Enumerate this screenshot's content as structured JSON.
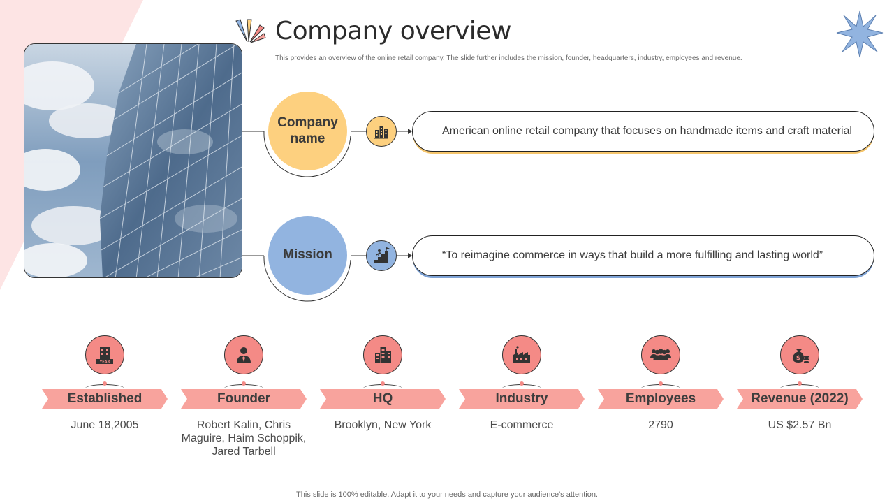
{
  "title": "Company overview",
  "subtitle": "This provides an overview of the online retail company. The slide further includes the mission, founder, headquarters, industry, employees and revenue.",
  "colors": {
    "yellow": "#fdd07f",
    "blue": "#92b4e0",
    "coral": "#f48a86",
    "banner": "#f8a39d",
    "pink_bg": "#fde4e4"
  },
  "rows": [
    {
      "circle_label": "Company name",
      "icon": "building-chart-icon",
      "text": "American online retail company that focuses on handmade items and craft material"
    },
    {
      "circle_label": "Mission",
      "icon": "climbing-stairs-flag-icon",
      "text": "“To reimagine commerce in ways that build a more fulfilling  and lasting world”"
    }
  ],
  "stats": [
    {
      "label": "Established",
      "value": "June 18,2005",
      "icon": "year-building-icon"
    },
    {
      "label": "Founder",
      "value": "Robert Kalin, Chris Maguire, Haim Schoppik, Jared Tarbell",
      "icon": "businessman-icon"
    },
    {
      "label": "HQ",
      "value": "Brooklyn,  New York",
      "icon": "office-buildings-icon"
    },
    {
      "label": "Industry",
      "value": "E-commerce",
      "icon": "factory-icon"
    },
    {
      "label": "Employees",
      "value": "2790",
      "icon": "people-group-icon"
    },
    {
      "label": "Revenue (2022)",
      "value": "US $2.57 Bn",
      "icon": "money-bag-icon"
    }
  ],
  "footer": "This slide is 100% editable. Adapt it to your needs and capture your audience's attention."
}
